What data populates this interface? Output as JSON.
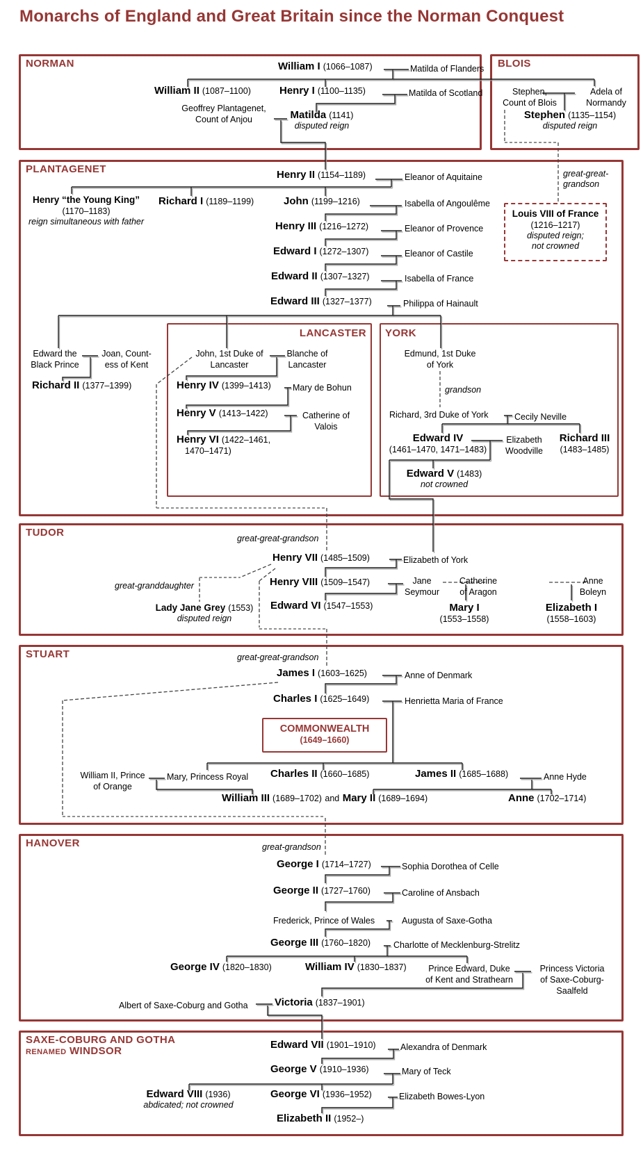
{
  "title": "Monarchs of England and Great Britain since the Norman Conquest",
  "colors": {
    "accent": "#963735",
    "line": "#1a1a1a",
    "shadow": "#999999",
    "dash_gray": "#909090"
  },
  "sections": {
    "norman": {
      "label": "NORMAN"
    },
    "blois": {
      "label": "BLOIS"
    },
    "plantagenet": {
      "label": "PLANTAGENET"
    },
    "lancaster": {
      "label": "LANCASTER"
    },
    "york": {
      "label": "YORK"
    },
    "tudor": {
      "label": "TUDOR"
    },
    "stuart": {
      "label": "STUART"
    },
    "commonwealth": {
      "title": "COMMONWEALTH",
      "dates": "(1649–1660)"
    },
    "hanover": {
      "label": "HANOVER"
    },
    "saxe": {
      "title": "SAXE-COBURG AND GOTHA",
      "renamed": "RENAMED",
      "windsor": "WINDSOR"
    }
  },
  "labels": {
    "ggg_blois_1": "great-great-",
    "ggg_blois_2": "grandson",
    "grandson": "grandson",
    "ggg_tudor": "great-great-grandson",
    "great_granddaughter": "great-granddaughter",
    "ggg_stuart": "great-great-grandson",
    "great_grandson": "great-grandson",
    "joiner": "and"
  },
  "people": {
    "william1": {
      "name": "William I",
      "dates": "(1066–1087)"
    },
    "flanders": {
      "name": "Matilda of Flanders"
    },
    "william2": {
      "name": "William II",
      "dates": "(1087–1100)"
    },
    "henry1": {
      "name": "Henry I",
      "dates": "(1100–1135)"
    },
    "scotland": {
      "name": "Matilda of Scotland"
    },
    "geoffrey": {
      "line1": "Geoffrey Plantagenet,",
      "line2": "Count of Anjou"
    },
    "matilda": {
      "name": "Matilda",
      "dates": "(1141)",
      "note": "disputed reign"
    },
    "stephen_count": {
      "line1": "Stephen,",
      "line2": "Count of Blois"
    },
    "adela": {
      "line1": "Adela of",
      "line2": "Normandy"
    },
    "stephen": {
      "name": "Stephen",
      "dates": "(1135–1154)",
      "note": "disputed reign"
    },
    "henry2": {
      "name": "Henry II",
      "dates": "(1154–1189)"
    },
    "aquitaine": {
      "name": "Eleanor of Aquitaine"
    },
    "young_king": {
      "name": "Henry “the Young King”",
      "dates": "(1170–1183)",
      "note": "reign simultaneous with father"
    },
    "richard1": {
      "name": "Richard I",
      "dates": "(1189–1199)"
    },
    "john": {
      "name": "John",
      "dates": "(1199–1216)"
    },
    "angouleme": {
      "name": "Isabella of Angoulême"
    },
    "henry3": {
      "name": "Henry III",
      "dates": "(1216–1272)"
    },
    "provence": {
      "name": "Eleanor of Provence"
    },
    "edward1": {
      "name": "Edward I",
      "dates": "(1272–1307)"
    },
    "castile": {
      "name": "Eleanor of Castile"
    },
    "edward2": {
      "name": "Edward II",
      "dates": "(1307–1327)"
    },
    "france": {
      "name": "Isabella of France"
    },
    "edward3": {
      "name": "Edward III",
      "dates": "(1327–1377)"
    },
    "hainault": {
      "name": "Philippa of Hainault"
    },
    "louis8": {
      "name": "Louis VIII of France",
      "dates": "(1216–1217)",
      "note1": "disputed reign;",
      "note2": "not crowned"
    },
    "black_prince": {
      "line1": "Edward the",
      "line2": "Black Prince"
    },
    "joan": {
      "line1": "Joan, Count-",
      "line2": "ess of Kent"
    },
    "richard2": {
      "name": "Richard II",
      "dates": "(1377–1399)"
    },
    "john_gaunt": {
      "line1": "John, 1st Duke of",
      "line2": "Lancaster"
    },
    "blanche": {
      "line1": "Blanche of",
      "line2": "Lancaster"
    },
    "edmund": {
      "line1": "Edmund, 1st Duke",
      "line2": "of York"
    },
    "henry4": {
      "name": "Henry IV",
      "dates": "(1399–1413)"
    },
    "bohun": {
      "name": "Mary de Bohun"
    },
    "henry5": {
      "name": "Henry V",
      "dates": "(1413–1422)"
    },
    "valois": {
      "line1": "Catherine of",
      "line2": "Valois"
    },
    "henry6": {
      "name": "Henry VI",
      "dates": "(1422–1461,",
      "dates2": "1470–1471)"
    },
    "richard_york": {
      "name": "Richard, 3rd Duke of York"
    },
    "cecily": {
      "name": "Cecily Neville"
    },
    "edward4": {
      "name": "Edward IV",
      "dates": "(1461–1470, 1471–1483)"
    },
    "woodville": {
      "line1": "Elizabeth",
      "line2": "Woodville"
    },
    "richard3": {
      "name": "Richard III",
      "dates": "(1483–1485)"
    },
    "edward5": {
      "name": "Edward V",
      "dates": "(1483)",
      "note": "not crowned"
    },
    "henry7": {
      "name": "Henry VII",
      "dates": "(1485–1509)"
    },
    "eliz_york": {
      "name": "Elizabeth of York"
    },
    "henry8": {
      "name": "Henry VIII",
      "dates": "(1509–1547)"
    },
    "jane": {
      "line1": "Jane",
      "line2": "Seymour"
    },
    "aragon": {
      "line1": "Catherine",
      "line2": "of Aragon"
    },
    "boleyn": {
      "line1": "Anne",
      "line2": "Boleyn"
    },
    "lady_jane": {
      "name": "Lady Jane Grey",
      "dates": "(1553)",
      "note": "disputed reign"
    },
    "edward6": {
      "name": "Edward VI",
      "dates": "(1547–1553)"
    },
    "mary1": {
      "name": "Mary I",
      "dates": "(1553–1558)"
    },
    "elizabeth1": {
      "name": "Elizabeth I",
      "dates": "(1558–1603)"
    },
    "james1": {
      "name": "James I",
      "dates": "(1603–1625)"
    },
    "denmark": {
      "name": "Anne of Denmark"
    },
    "charles1": {
      "name": "Charles I",
      "dates": "(1625–1649)"
    },
    "henrietta": {
      "name": "Henrietta Maria of France"
    },
    "orange": {
      "line1": "William II, Prince",
      "line2": "of Orange"
    },
    "mary_royal": {
      "name": "Mary, Princess Royal"
    },
    "charles2": {
      "name": "Charles II",
      "dates": "(1660–1685)"
    },
    "james2": {
      "name": "James II",
      "dates": "(1685–1688)"
    },
    "hyde": {
      "name": "Anne Hyde"
    },
    "william3": {
      "name": "William III",
      "dates": "(1689–1702)"
    },
    "mary2": {
      "name": "Mary II",
      "dates": "(1689–1694)"
    },
    "anne": {
      "name": "Anne",
      "dates": "(1702–1714)"
    },
    "george1": {
      "name": "George I",
      "dates": "(1714–1727)"
    },
    "celle": {
      "name": "Sophia Dorothea of Celle"
    },
    "george2": {
      "name": "George II",
      "dates": "(1727–1760)"
    },
    "ansbach": {
      "name": "Caroline of Ansbach"
    },
    "frederick": {
      "name": "Frederick, Prince of Wales"
    },
    "augusta": {
      "name": "Augusta of Saxe-Gotha"
    },
    "george3": {
      "name": "George III",
      "dates": "(1760–1820)"
    },
    "charlotte": {
      "name": "Charlotte of Mecklenburg-Strelitz"
    },
    "george4": {
      "name": "George IV",
      "dates": "(1820–1830)"
    },
    "william4": {
      "name": "William IV",
      "dates": "(1830–1837)"
    },
    "prince_edward": {
      "line1": "Prince Edward, Duke",
      "line2": "of Kent and Strathearn"
    },
    "princess_victoria": {
      "line1": "Princess Victoria",
      "line2": "of Saxe-Coburg-",
      "line3": "Saalfeld"
    },
    "albert": {
      "name": "Albert of Saxe-Coburg and Gotha"
    },
    "victoria": {
      "name": "Victoria",
      "dates": "(1837–1901)"
    },
    "edward7": {
      "name": "Edward VII",
      "dates": "(1901–1910)"
    },
    "alexandra": {
      "name": "Alexandra of Denmark"
    },
    "george5": {
      "name": "George V",
      "dates": "(1910–1936)"
    },
    "teck": {
      "name": "Mary of Teck"
    },
    "edward8": {
      "name": "Edward VIII",
      "dates": "(1936)",
      "note": "abdicated; not crowned"
    },
    "george6": {
      "name": "George VI",
      "dates": "(1936–1952)"
    },
    "bowes_lyon": {
      "name": "Elizabeth Bowes-Lyon"
    },
    "elizabeth2": {
      "name": "Elizabeth II",
      "dates": "(1952–)"
    }
  }
}
